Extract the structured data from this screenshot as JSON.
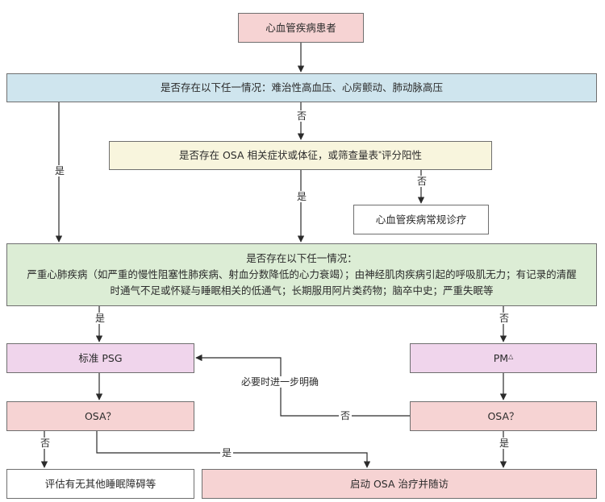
{
  "nodes": {
    "patient": "心血管疾病患者",
    "q1": "是否存在以下任一情况：难治性高血压、心房颤动、肺动脉高压",
    "q2": "是否存在 OSA 相关症状或体征，或筛查量表",
    "q2_mark": "*",
    "q2_tail": "评分阳性",
    "routine": "心血管疾病常规诊疗",
    "q3_line1": "是否存在以下任一情况：",
    "q3_line2": "严重心肺疾病（如严重的慢性阻塞性肺疾病、射血分数降低的心力衰竭）；由神经肌肉疾病引起的呼吸肌无力；有记录的清醒",
    "q3_line3": "时通气不足或怀疑与睡眠相关的低通气；长期服用阿片类药物；脑卒中史；严重失眠等",
    "psg": "标准 PSG",
    "pm": "PM",
    "pm_mark": "△",
    "osa_left": "OSA？",
    "osa_right": "OSA？",
    "evaluate": "评估有无其他睡眠障碍等",
    "treat": "启动 OSA 治疗并随访"
  },
  "labels": {
    "q1_no": "否",
    "q1_yes": "是",
    "q2_yes": "是",
    "q2_no": "否",
    "q3_yes": "是",
    "q3_no": "否",
    "clarify": "必要时进一步明确",
    "osa_right_no": "否",
    "osa_left_no": "否",
    "osa_left_yes": "是",
    "osa_right_yes": "是"
  }
}
